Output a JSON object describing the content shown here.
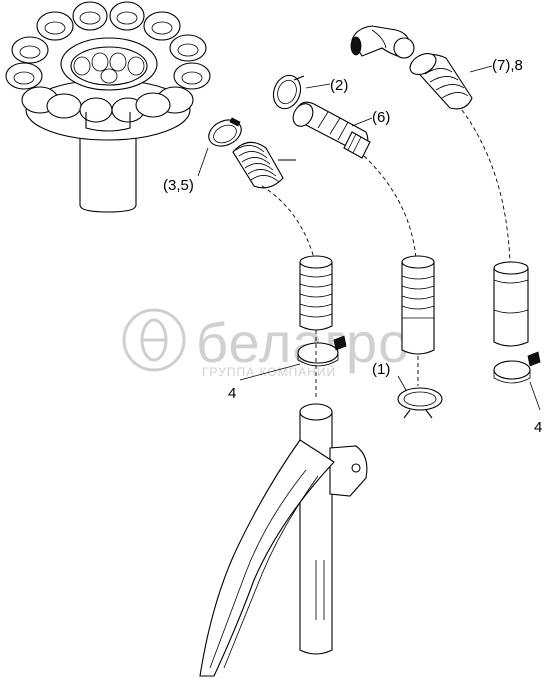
{
  "labels": {
    "l1": "(1)",
    "l2": "(2)",
    "l35": "(3,5)",
    "l4a": "4",
    "l4b": "4",
    "l6": "(6)",
    "l78": "(7),8"
  },
  "watermark": {
    "brand": "белагро",
    "tagline": "ГРУППА КОМПАНИЙ"
  }
}
